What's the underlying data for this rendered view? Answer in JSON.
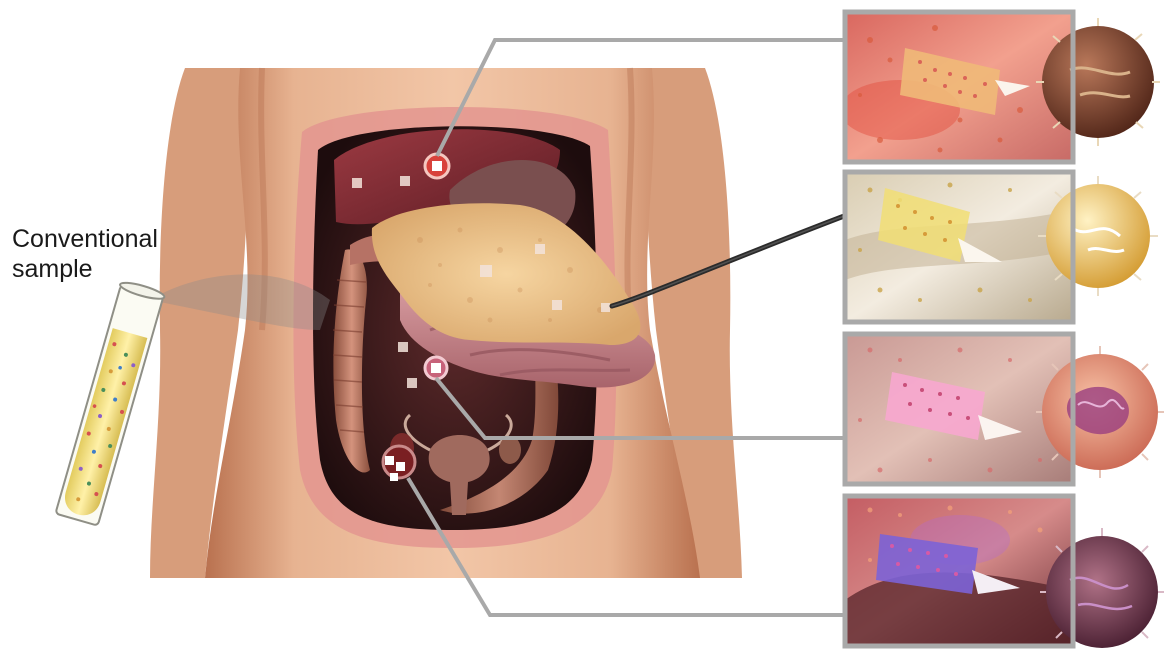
{
  "labels": {
    "conventional_sample_line1": "Conventional",
    "conventional_sample_line2": "sample"
  },
  "panels": [
    {
      "id": "panel-1",
      "theme": "red",
      "patch_color": "#f0b978",
      "organelle_color": "#7b3f2e"
    },
    {
      "id": "panel-2",
      "theme": "yellow",
      "patch_color": "#f1de74",
      "organelle_color": "#f4c25a"
    },
    {
      "id": "panel-3",
      "theme": "pink",
      "patch_color": "#f7a7cf",
      "organelle_color": "#f28f74"
    },
    {
      "id": "panel-4",
      "theme": "purple",
      "patch_color": "#7c63d6",
      "organelle_color": "#6e3652"
    }
  ],
  "colors": {
    "skin": "#e8b58f",
    "skin_shadow": "#c88762",
    "cavity": "#3a1d1f",
    "liver": "#8b2f35",
    "stomach_sheet": "#e4bd86",
    "intestine": "#c98a8e",
    "callout_line": "#a9a9a9",
    "tube_fluid": "#f4e18a"
  }
}
